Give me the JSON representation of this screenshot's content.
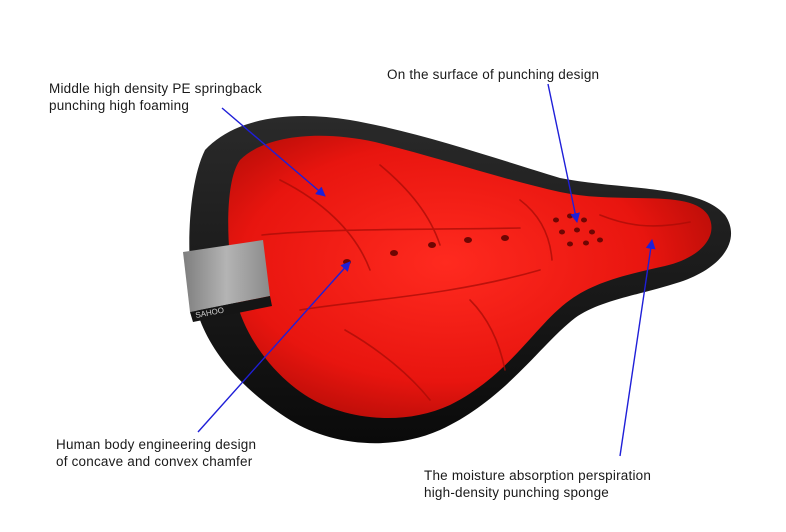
{
  "image": {
    "subject": "cycling saddle cover with red padded gel top and black rim",
    "colors": {
      "background": "#ffffff",
      "pad": "#e8150f",
      "rim": "#111111",
      "reflective_strip": "#9a9a9a",
      "arrow": "#1f1fd8"
    },
    "strip_text": "SAHOO"
  },
  "callouts": {
    "top_left": {
      "line1": "Middle high density PE springback",
      "line2": "punching high foaming"
    },
    "top_right": {
      "line1": "On the surface of punching design"
    },
    "bottom_left": {
      "line1": "Human body engineering design",
      "line2": "of concave and convex chamfer"
    },
    "bottom_right": {
      "line1": "The moisture absorption perspiration",
      "line2": "high-density punching sponge"
    }
  }
}
